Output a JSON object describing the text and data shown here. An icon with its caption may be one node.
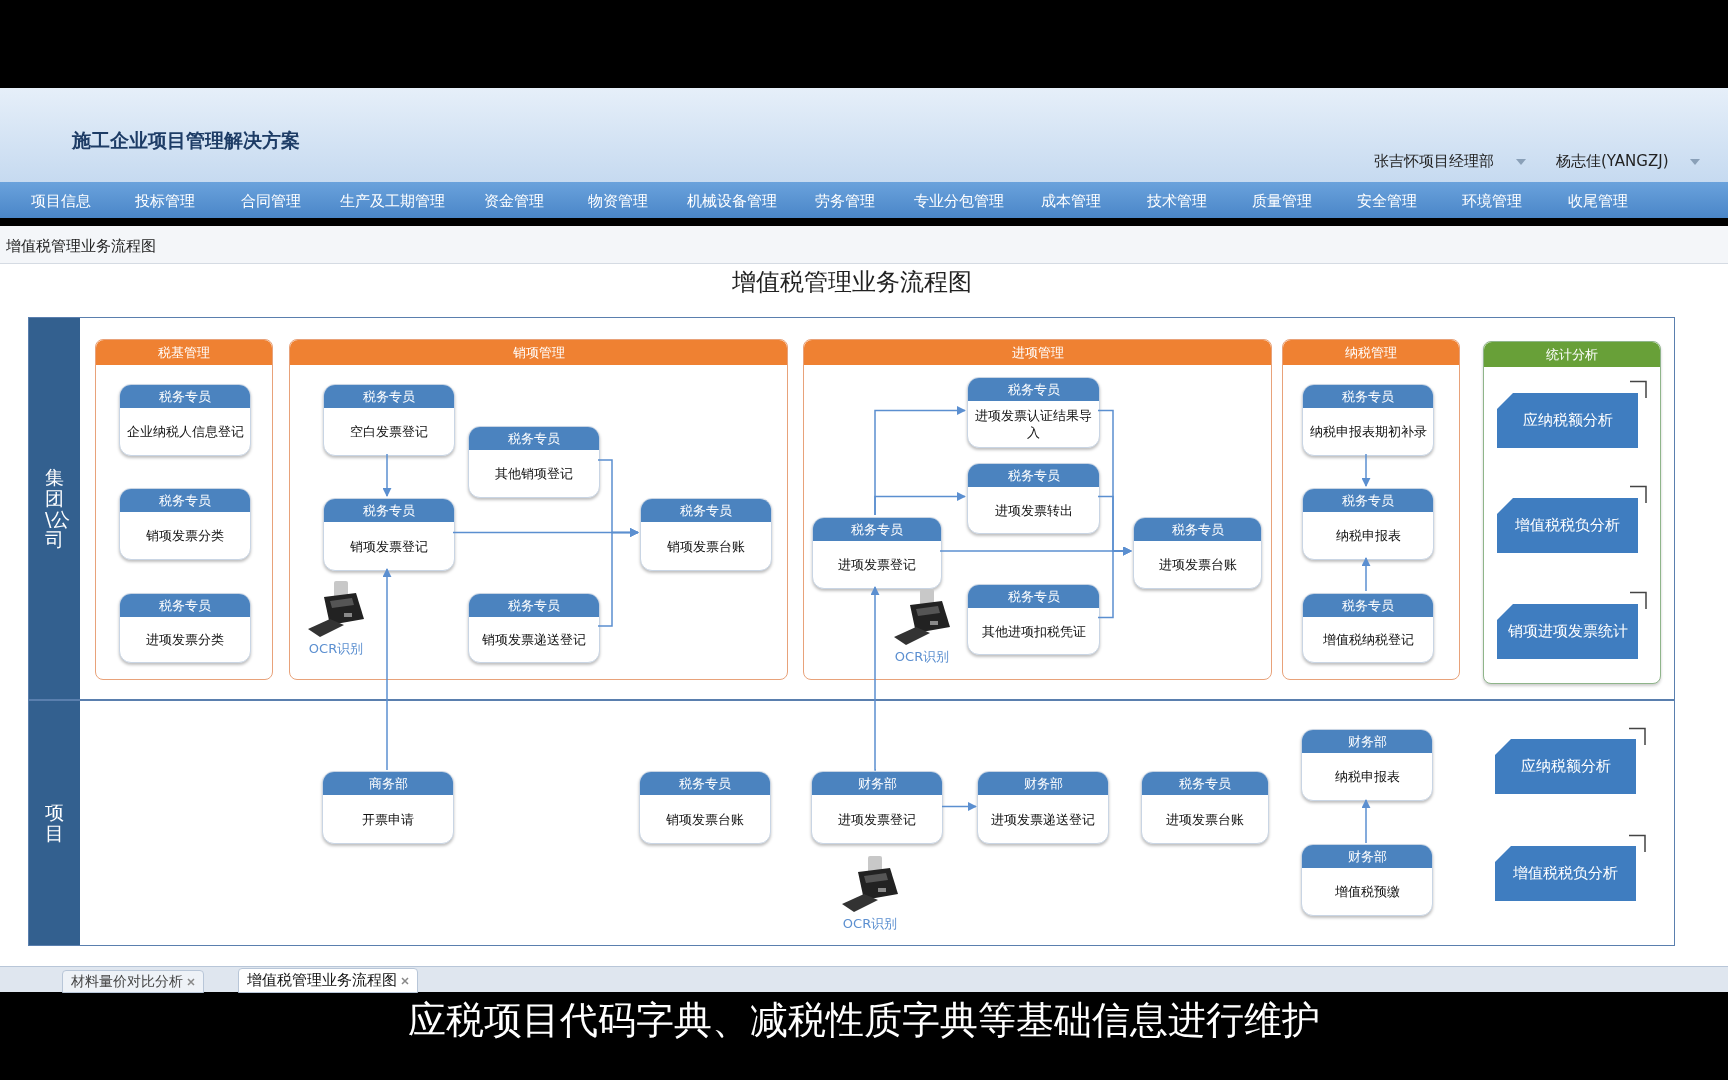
{
  "diagram": {
    "title": "增值税管理业务流程图",
    "nodes": [
      {
        "text": [
          "集团\\公司"
        ]
      },
      {
        "text": [
          "税基管理"
        ],
        "in": 0
      },
      {
        "text": [
          "税务专员",
          "企业纳税人信息登记"
        ],
        "in": 1
      },
      {
        "text": [
          "税务专员",
          "销项发票分类"
        ],
        "in": 1
      },
      {
        "text": [
          "税务专员",
          "进项发票分类"
        ],
        "in": 1
      },
      {
        "text": [
          "销项管理"
        ],
        "in": 0
      },
      {
        "text": [
          "税务专员",
          "空白发票登记"
        ],
        "in": 5
      },
      {
        "text": [
          "税务专员",
          "其他销项登记"
        ],
        "in": 5
      },
      {
        "text": [
          "税务专员",
          "销项发票登记"
        ],
        "in": 5
      },
      {
        "text": [
          "税务专员",
          "销项发票台账"
        ],
        "in": 5
      },
      {
        "text": [
          "税务专员",
          "销项发票递送登记"
        ],
        "in": 5
      },
      {
        "text": [
          "进项管理"
        ],
        "in": 0
      },
      {
        "text": [
          "税务专员",
          "进项发票认证结果导入"
        ],
        "in": 11
      },
      {
        "text": [
          "税务专员",
          "进项发票转出"
        ],
        "in": 11
      },
      {
        "text": [
          "税务专员",
          "进项发票登记"
        ],
        "in": 11
      },
      {
        "text": [
          "税务专员",
          "进项发票台账"
        ],
        "in": 11
      },
      {
        "text": [
          "税务专员",
          "其他进项扣税凭证"
        ],
        "in": 11
      },
      {
        "text": [
          "纳税管理"
        ],
        "in": 0
      },
      {
        "text": [
          "税务专员",
          "纳税申报表期初补录"
        ],
        "in": 17
      },
      {
        "text": [
          "税务专员",
          "纳税申报表"
        ],
        "in": 17
      },
      {
        "text": [
          "税务专员",
          "增值税纳税登记"
        ],
        "in": 17
      },
      {
        "text": [
          "统计分析"
        ],
        "in": 0
      },
      {
        "text": [
          "应纳税额分析"
        ],
        "in": 21
      },
      {
        "text": [
          "增值税税负分析"
        ],
        "in": 21
      },
      {
        "text": [
          "销项进项发票统计"
        ],
        "in": 21
      },
      {
        "text": [
          "项目"
        ]
      },
      {
        "text": [
          "商务部",
          "开票申请"
        ],
        "in": 25
      },
      {
        "text": [
          "税务专员",
          "销项发票台账"
        ],
        "in": 25
      },
      {
        "text": [
          "财务部",
          "进项发票登记"
        ],
        "in": 25
      },
      {
        "text": [
          "财务部",
          "进项发票递送登记"
        ],
        "in": 25
      },
      {
        "text": [
          "税务专员",
          "进项发票台账"
        ],
        "in": 25
      },
      {
        "text": [
          "财务部",
          "纳税申报表"
        ],
        "in": 25
      },
      {
        "text": [
          "财务部",
          "增值税预缴"
        ],
        "in": 25
      },
      {
        "text": [
          "应纳税额分析"
        ],
        "in": 25
      },
      {
        "text": [
          "增值税税负分析"
        ],
        "in": 25
      }
    ],
    "edges": [
      {
        "from": 6,
        "to": 8,
        "arrow": "to"
      },
      {
        "from": 26,
        "to": 8,
        "arrow": "to"
      },
      {
        "from": 8,
        "to": 9,
        "arrow": "to"
      },
      {
        "from": 7,
        "to": 9,
        "arrow": "to"
      },
      {
        "from": 10,
        "to": 9,
        "arrow": "to"
      },
      {
        "from": 14,
        "to": 12,
        "arrow": "to"
      },
      {
        "from": 14,
        "to": 13,
        "arrow": "to"
      },
      {
        "from": 14,
        "to": 15,
        "arrow": "to"
      },
      {
        "from": 12,
        "to": 15,
        "arrow": "to"
      },
      {
        "from": 13,
        "to": 15,
        "arrow": "to"
      },
      {
        "from": 16,
        "to": 15,
        "arrow": "to"
      },
      {
        "from": 28,
        "to": 14,
        "arrow": "to"
      },
      {
        "from": 18,
        "to": 19,
        "arrow": "to"
      },
      {
        "from": 20,
        "to": 19,
        "arrow": "to"
      },
      {
        "from": 28,
        "to": 29,
        "arrow": "to"
      },
      {
        "from": 32,
        "to": 31,
        "arrow": "to"
      }
    ],
    "labels": [
      "施工企业项目管理解决方案",
      "张吉怀项目经理部",
      "杨志佳(YANGZJ)",
      "项目信息",
      "投标管理",
      "合同管理",
      "生产及工期管理",
      "资金管理",
      "物资管理",
      "机械设备管理",
      "劳务管理",
      "专业分包管理",
      "成本管理",
      "技术管理",
      "质量管理",
      "安全管理",
      "环境管理",
      "收尾管理",
      "增值税管理业务流程图",
      "OCR识别",
      "OCR识别",
      "OCR识别",
      "材料量价对比分析",
      "增值税管理业务流程图",
      "应税项目代码字典、减税性质字典等基础信息进行维护"
    ]
  }
}
